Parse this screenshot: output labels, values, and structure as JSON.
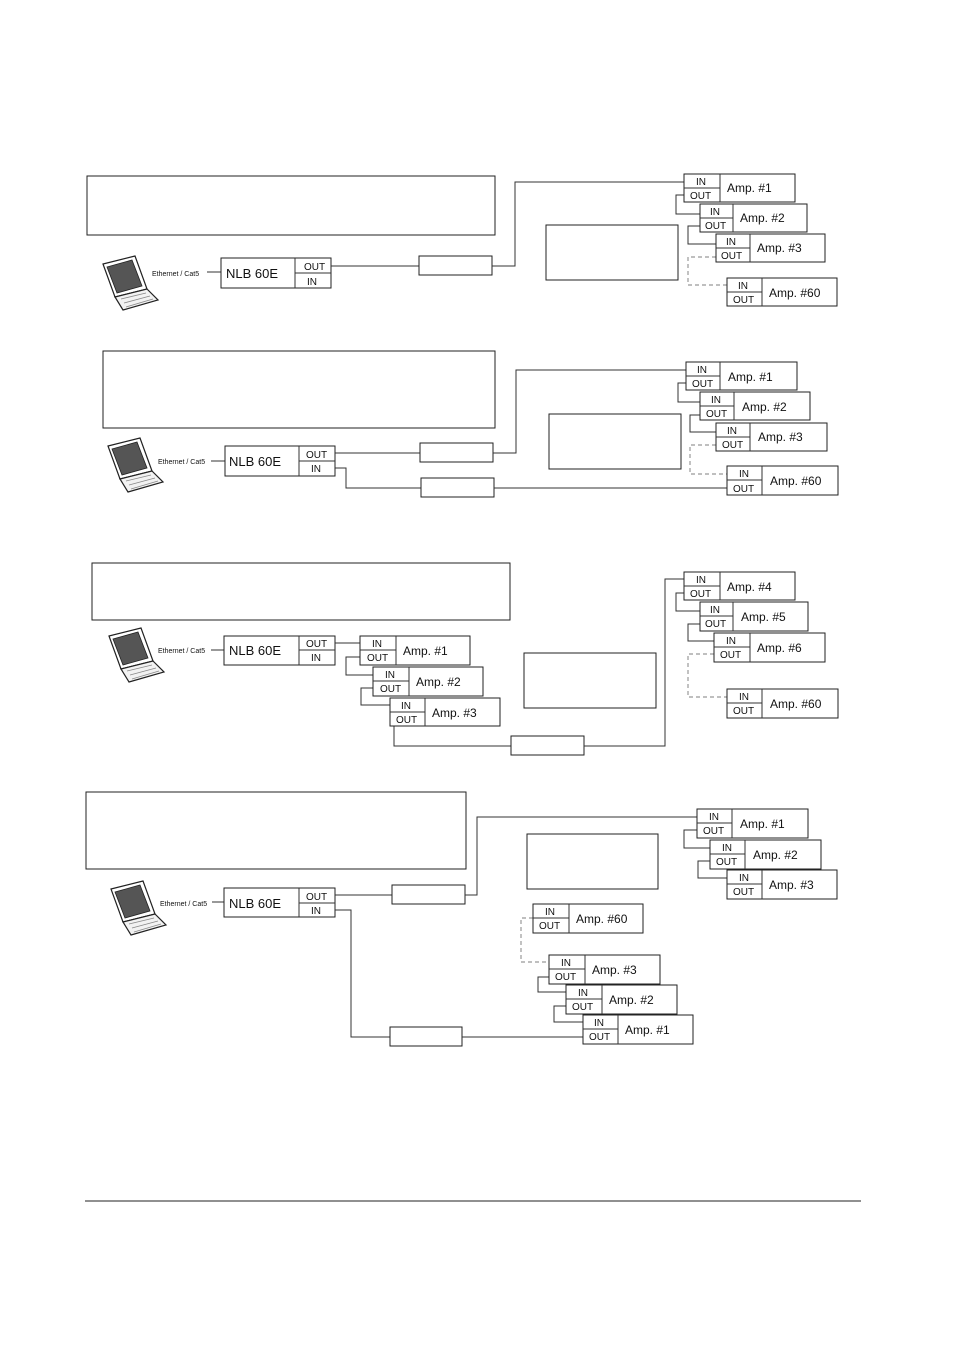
{
  "labels": {
    "controller": "NLB 60E",
    "port_out": "OUT",
    "port_in": "IN",
    "cable": "Ethernet / Cat5"
  },
  "amps": {
    "a1": "Amp. #1",
    "a2": "Amp. #2",
    "a3": "Amp. #3",
    "a4": "Amp. #4",
    "a5": "Amp. #5",
    "a6": "Amp. #6",
    "a60": "Amp. #60"
  },
  "colors": {
    "line": "#333333",
    "dashed_link": "#999999"
  }
}
